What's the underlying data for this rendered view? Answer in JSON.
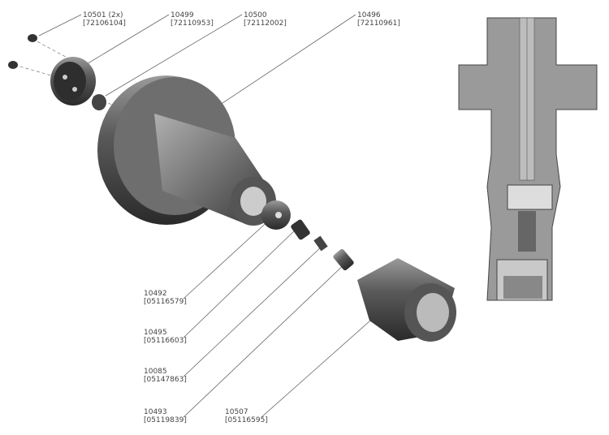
{
  "callouts": [
    {
      "part": "10501 (2x)",
      "code": "[72106104]"
    },
    {
      "part": "10499",
      "code": "[72110953]"
    },
    {
      "part": "10500",
      "code": "[72112002]"
    },
    {
      "part": "10496",
      "code": "[72110961]"
    },
    {
      "part": "10492",
      "code": "[05116579]"
    },
    {
      "part": "10495",
      "code": "[05116603]"
    },
    {
      "part": "10085",
      "code": "[05147863]"
    },
    {
      "part": "10493",
      "code": "[05119839]"
    },
    {
      "part": "10507",
      "code": "[05116595]"
    }
  ]
}
